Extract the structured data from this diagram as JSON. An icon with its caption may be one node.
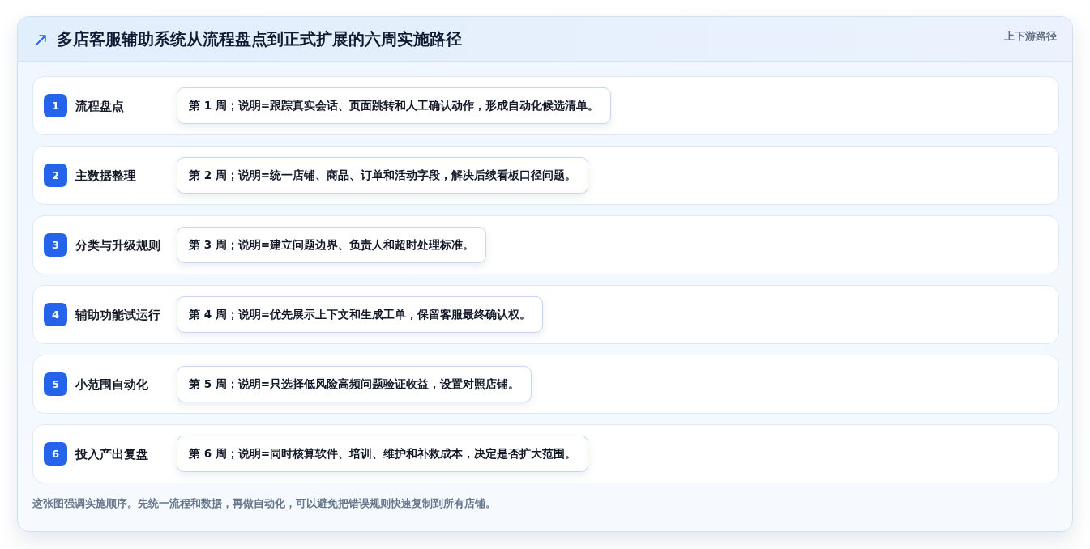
{
  "diagram": {
    "title": "多店客服辅助系统从流程盘点到正式扩展的六周实施路径",
    "nodes": [
      {
        "text": [
          "流程盘点"
        ]
      },
      {
        "text": [
          "1"
        ],
        "in": 0
      },
      {
        "text": [
          "第 1 周；说明=跟踪真实会话、页面跳转和人工确认动作，形成自动化候选清单。"
        ],
        "in": 0
      },
      {
        "text": [
          "主数据整理"
        ]
      },
      {
        "text": [
          "2"
        ],
        "in": 3
      },
      {
        "text": [
          "第 2 周；说明=统一店铺、商品、订单和活动字段，解决后续看板口径问题。"
        ],
        "in": 3
      },
      {
        "text": [
          "分类与升级规则"
        ]
      },
      {
        "text": [
          "3"
        ],
        "in": 6
      },
      {
        "text": [
          "第 3 周；说明=建立问题边界、负责人和超时处理标准。"
        ],
        "in": 6
      },
      {
        "text": [
          "辅助功能试运行"
        ]
      },
      {
        "text": [
          "4"
        ],
        "in": 9
      },
      {
        "text": [
          "第 4 周；说明=优先展示上下文和生成工单，保留客服最终确认权。"
        ],
        "in": 9
      },
      {
        "text": [
          "小范围自动化"
        ]
      },
      {
        "text": [
          "5"
        ],
        "in": 12
      },
      {
        "text": [
          "第 5 周；说明=只选择低风险高频问题验证收益，设置对照店铺。"
        ],
        "in": 12
      },
      {
        "text": [
          "投入产出复盘"
        ]
      },
      {
        "text": [
          "6"
        ],
        "in": 15
      },
      {
        "text": [
          "第 6 周；说明=同时核算软件、培训、维护和补救成本，决定是否扩大范围。"
        ],
        "in": 15
      }
    ],
    "labels": [
      "上下游路径"
    ],
    "caption": "这张图强调实施顺序。先统一流程和数据，再做自动化，可以避免把错误规则快速复制到所有店铺。"
  }
}
